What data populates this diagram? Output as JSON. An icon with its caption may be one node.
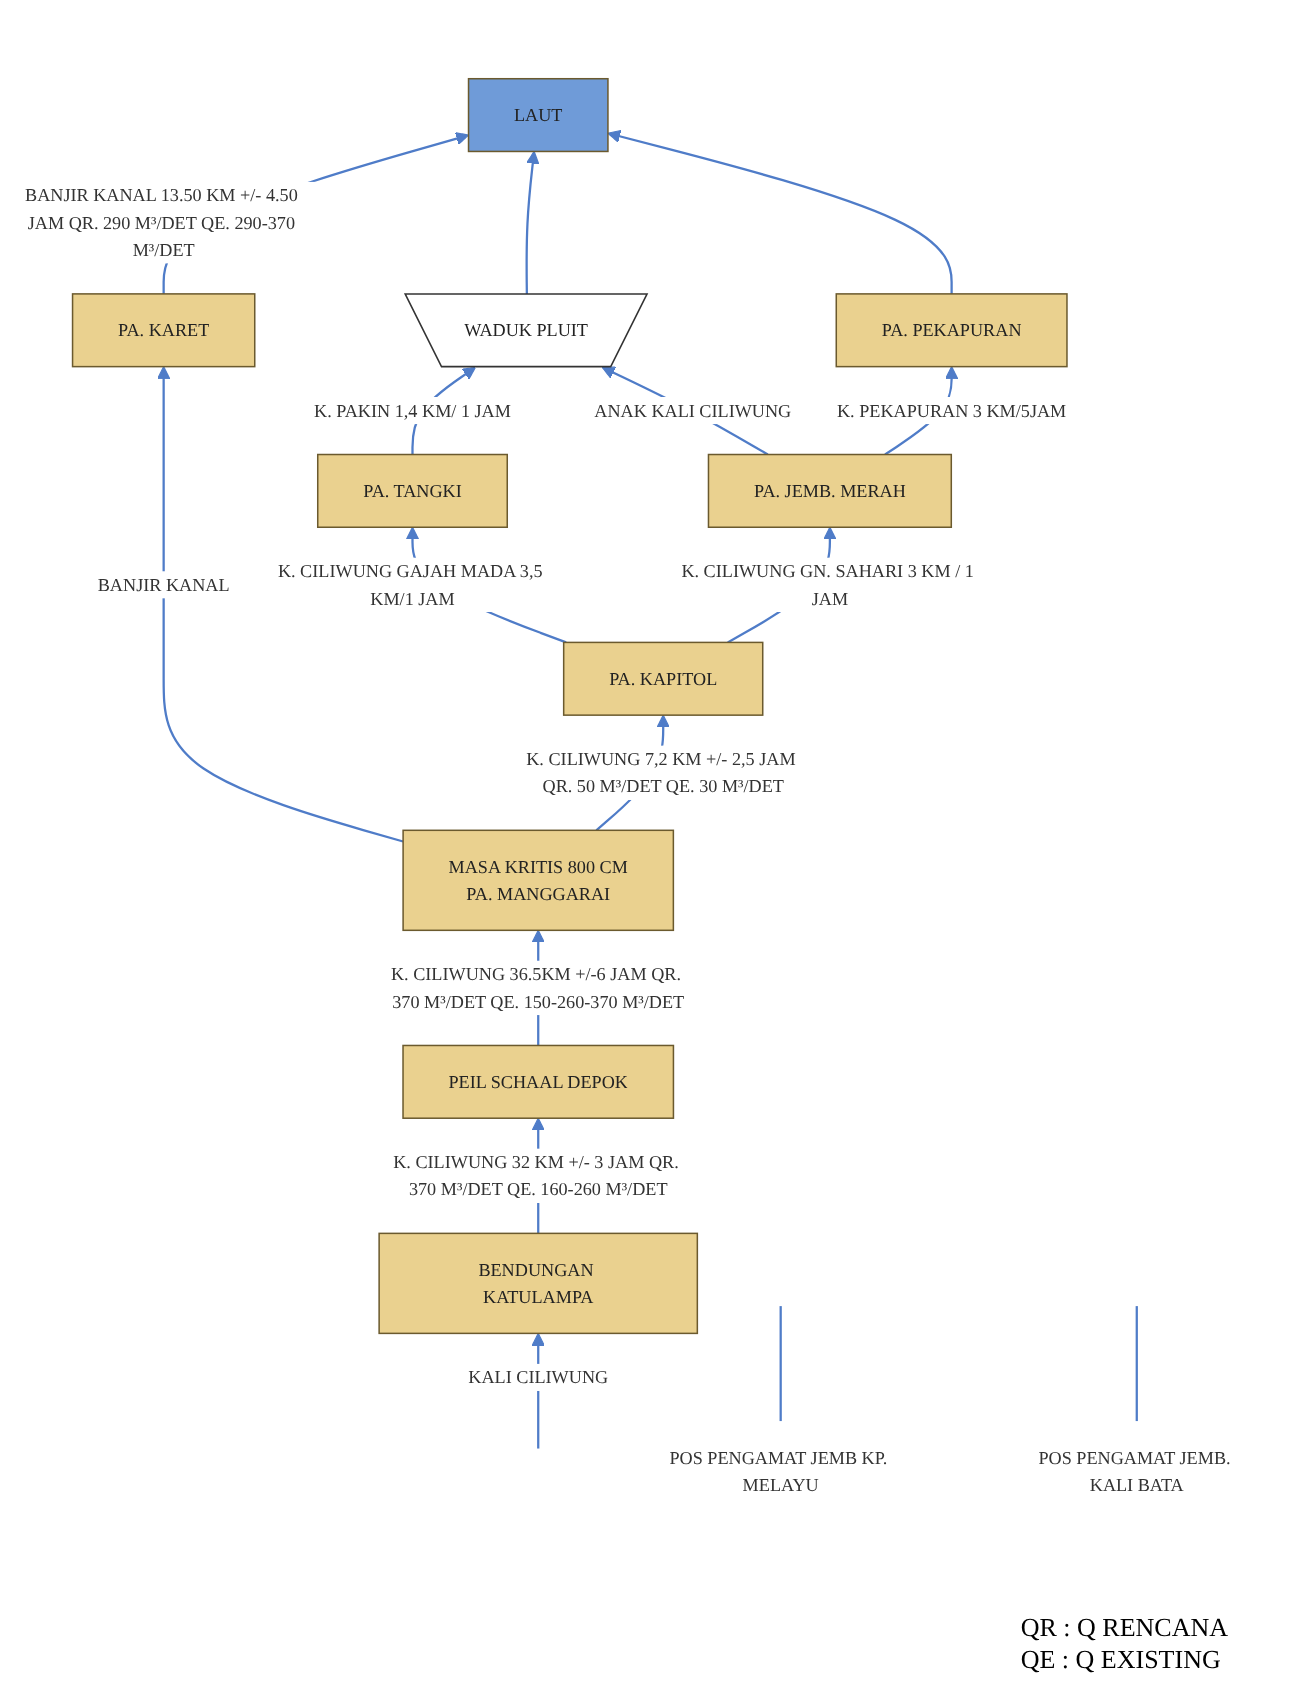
{
  "diagram": {
    "nodes": [
      {
        "text": [
          "LAUT"
        ]
      },
      {
        "text": [
          "WADUK PLUIT"
        ]
      },
      {
        "text": [
          "PA. PEKAPURAN"
        ]
      },
      {
        "text": [
          "PA. TANGKI"
        ]
      },
      {
        "text": [
          "PA. JEMB. MERAH"
        ]
      },
      {
        "text": [
          "PA. KAPITOL"
        ]
      },
      {
        "text": [
          "PA. KARET"
        ]
      },
      {
        "text": [
          "MASA KRITIS 800 CM",
          "PA. MANGGARAI"
        ]
      },
      {
        "text": [
          "POS PENGAMAT JEMB KP. MELAYU"
        ]
      },
      {
        "text": [
          "POS PENGAMAT JEMB. KALI BATA"
        ]
      },
      {
        "text": [
          "PEIL SCHAAL DEPOK"
        ]
      },
      {
        "text": [
          "BENDUNGAN KATULAMPA"
        ]
      }
    ],
    "edges": [
      {
        "from": 6,
        "to": 0,
        "arrow": "to",
        "label": "BANJIR KANAL 13.50 KM +/- 4.50 JAM QR. 290 M³/DET QE. 290-370 M³/DET"
      },
      {
        "from": 1,
        "to": 0,
        "arrow": "to"
      },
      {
        "from": 2,
        "to": 0,
        "arrow": "to"
      },
      {
        "from": 3,
        "to": 1,
        "arrow": "to",
        "label": "K. PAKIN 1,4 KM/ 1 JAM"
      },
      {
        "from": 4,
        "to": 1,
        "arrow": "to",
        "label": "ANAK KALI CILIWUNG"
      },
      {
        "from": 4,
        "to": 2,
        "arrow": "to",
        "label": "K. PEKAPURAN 3 KM/5JAM"
      },
      {
        "from": 5,
        "to": 3,
        "arrow": "to",
        "label": "K. CILIWUNG GAJAH MADA 3,5 KM/1 JAM"
      },
      {
        "from": 5,
        "to": 4,
        "arrow": "to",
        "label": "K. CILIWUNG GN. SAHARI 3 KM / 1 JAM"
      },
      {
        "from": 7,
        "to": 6,
        "arrow": "to",
        "label": "BANJIR KANAL"
      },
      {
        "from": 7,
        "to": 5,
        "arrow": "to",
        "label": "K. CILIWUNG 7,2 KM +/- 2,5 JAM QR. 50 M³/DET QE. 30 M³/DET"
      },
      {
        "from": 10,
        "to": 7,
        "arrow": "to",
        "label": "K. CILIWUNG 36.5KM +/-6 JAM QR. 370 M³/DET QE. 150-260-370 M³/DET"
      },
      {
        "from": 8,
        "to": null,
        "arrow": "none"
      },
      {
        "from": 9,
        "to": null,
        "arrow": "none"
      },
      {
        "from": 11,
        "to": 10,
        "arrow": "to",
        "label": "K. CILIWUNG 32 KM +/- 3 JAM QR. 370 M³/DET QE. 160-260 M³/DET"
      },
      {
        "from": null,
        "to": 11,
        "arrow": "to",
        "label": "KALI CILIWUNG"
      }
    ],
    "labels": [
      "QR : Q RENCANA",
      "QE : Q EXISTING"
    ]
  }
}
